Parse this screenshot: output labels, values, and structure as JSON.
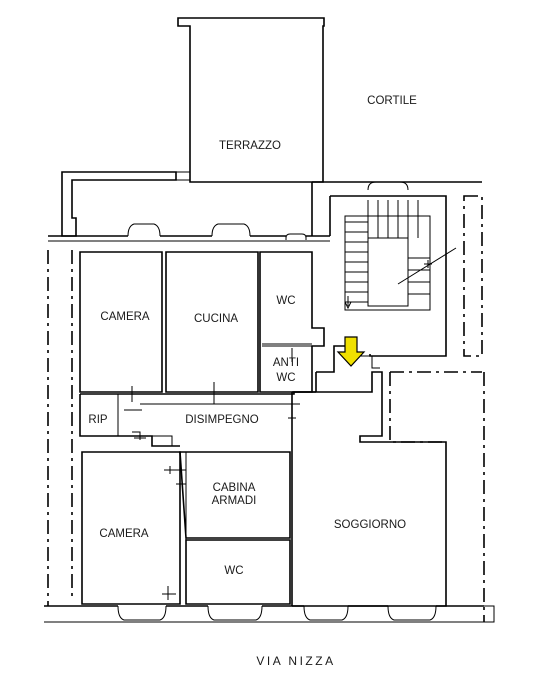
{
  "rooms": {
    "terrazzo": "TERRAZZO",
    "cortile": "CORTILE",
    "camera_top": "CAMERA",
    "cucina": "CUCINA",
    "wc_top": "WC",
    "anti_wc_1": "ANTI",
    "anti_wc_2": "WC",
    "rip": "RIP",
    "disimpegno": "DISIMPEGNO",
    "cabina_1": "CABINA",
    "cabina_2": "ARMADI",
    "camera_bottom": "CAMERA",
    "wc_bottom": "WC",
    "soggiorno": "SOGGIORNO"
  },
  "street": "VIA NIZZA",
  "colors": {
    "arrow": "#f0e000",
    "line": "#000000"
  },
  "icons": {
    "entrance": "down-arrow-icon"
  }
}
